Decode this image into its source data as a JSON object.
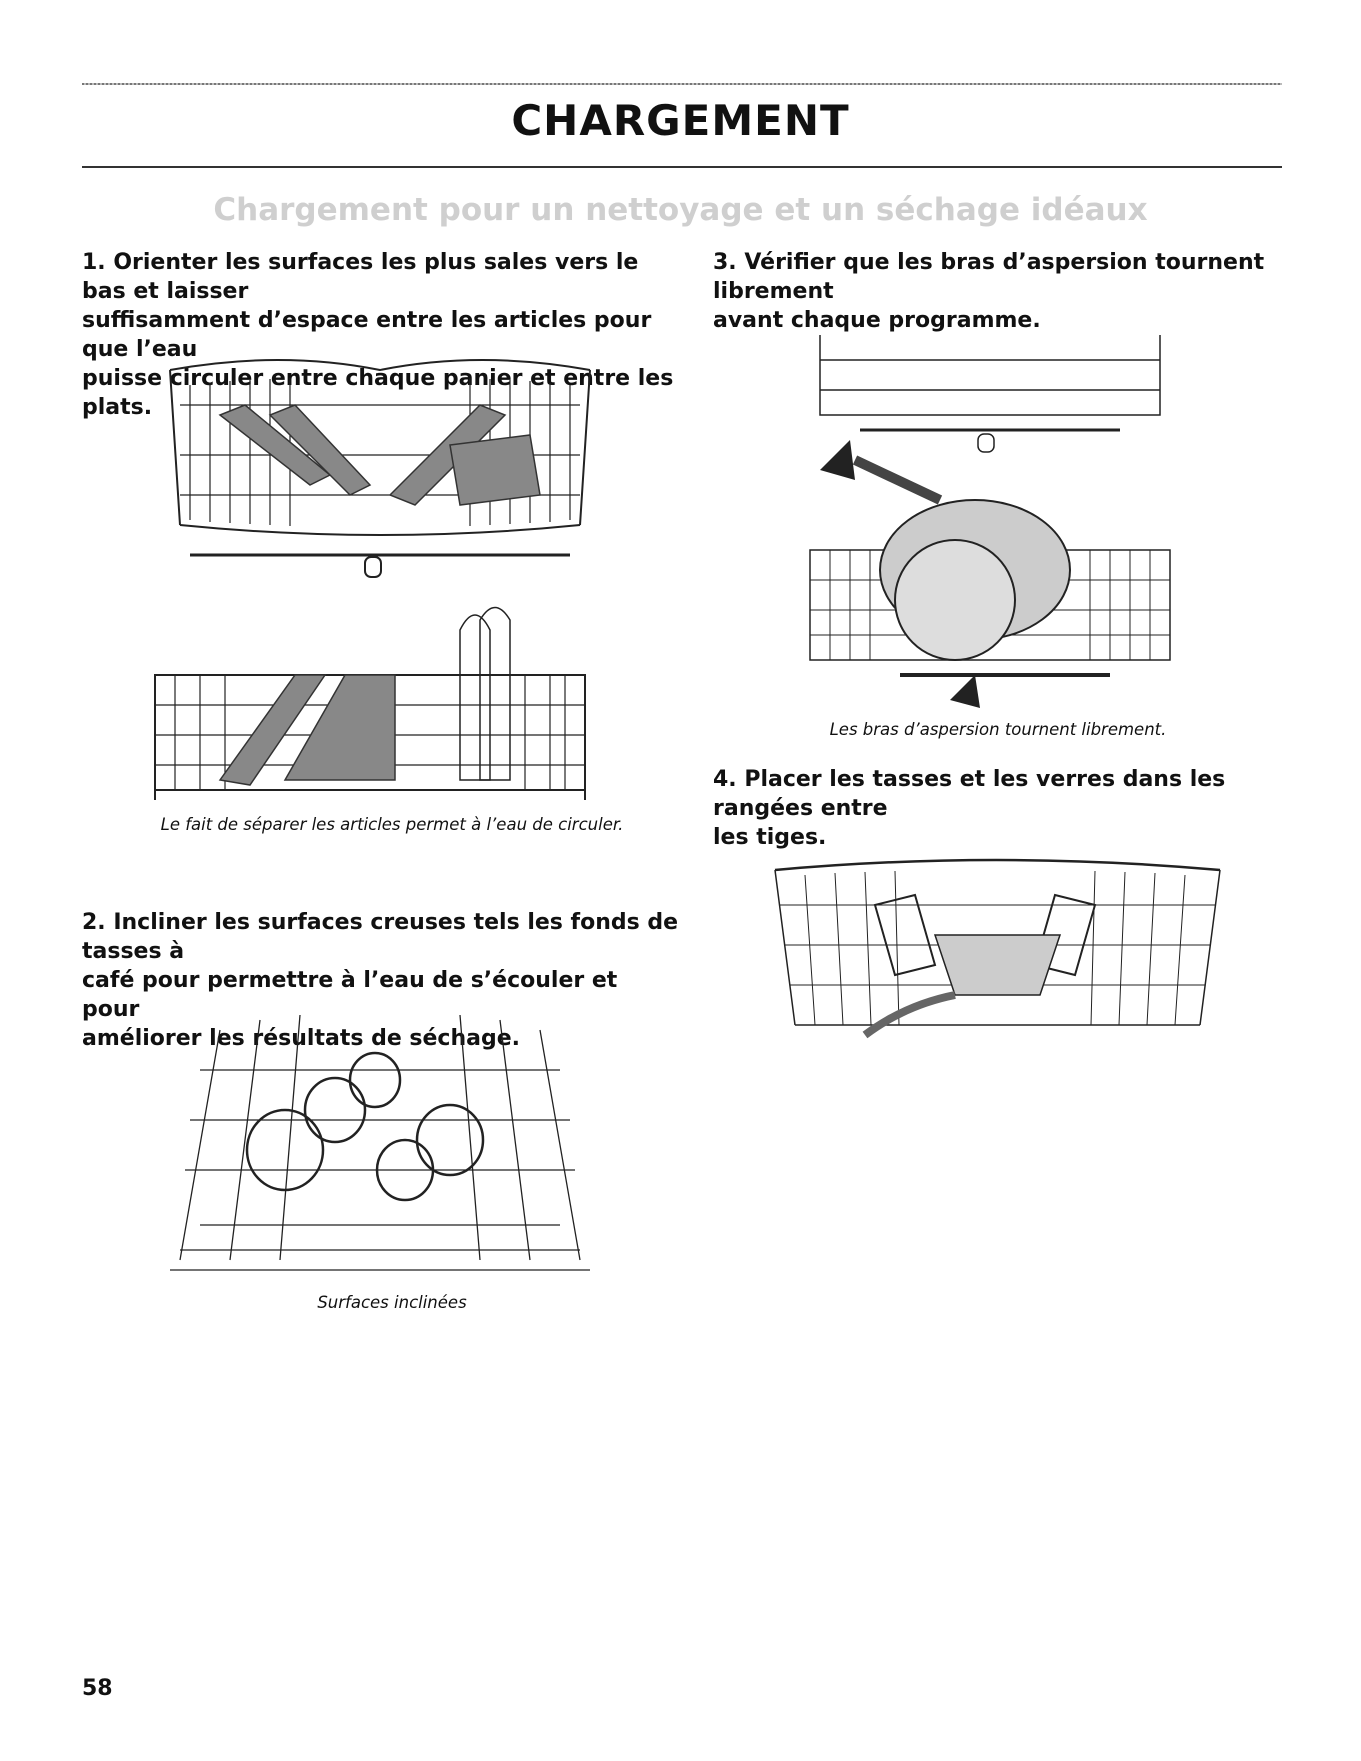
{
  "page": {
    "title": "CHARGEMENT",
    "section_title": "Chargement pour un nettoyage et un séchage idéaux",
    "page_number": "58"
  },
  "steps": [
    {
      "text_lines": [
        "1. Orienter les surfaces les plus sales vers le bas et laisser",
        "suffisamment d’espace entre les articles pour que l’eau",
        "puisse circuler entre chaque panier et entre les plats."
      ],
      "caption": "Le fait de séparer les articles permet à l’eau de circuler."
    },
    {
      "text_lines": [
        "2. Incliner les surfaces creuses tels les fonds de tasses à",
        "café pour permettre à l’eau de s’écouler et pour",
        "améliorer les résultats de séchage."
      ],
      "caption": "Surfaces inclinées"
    },
    {
      "text_lines": [
        "3. Vérifier que les bras d’aspersion tournent librement",
        "avant chaque programme."
      ],
      "caption": "Les bras d’aspersion tournent librement."
    },
    {
      "text_lines": [
        "4. Placer les tasses et les verres dans les rangées entre",
        "les tiges."
      ],
      "caption": ""
    }
  ],
  "illustrations": [
    {
      "icon": "dish-rack-upper-illustration"
    },
    {
      "icon": "dish-rack-lower-illustration"
    },
    {
      "icon": "tilted-cups-rack-illustration"
    },
    {
      "icon": "spray-arms-rack-illustration"
    },
    {
      "icon": "glasses-rack-illustration"
    }
  ]
}
